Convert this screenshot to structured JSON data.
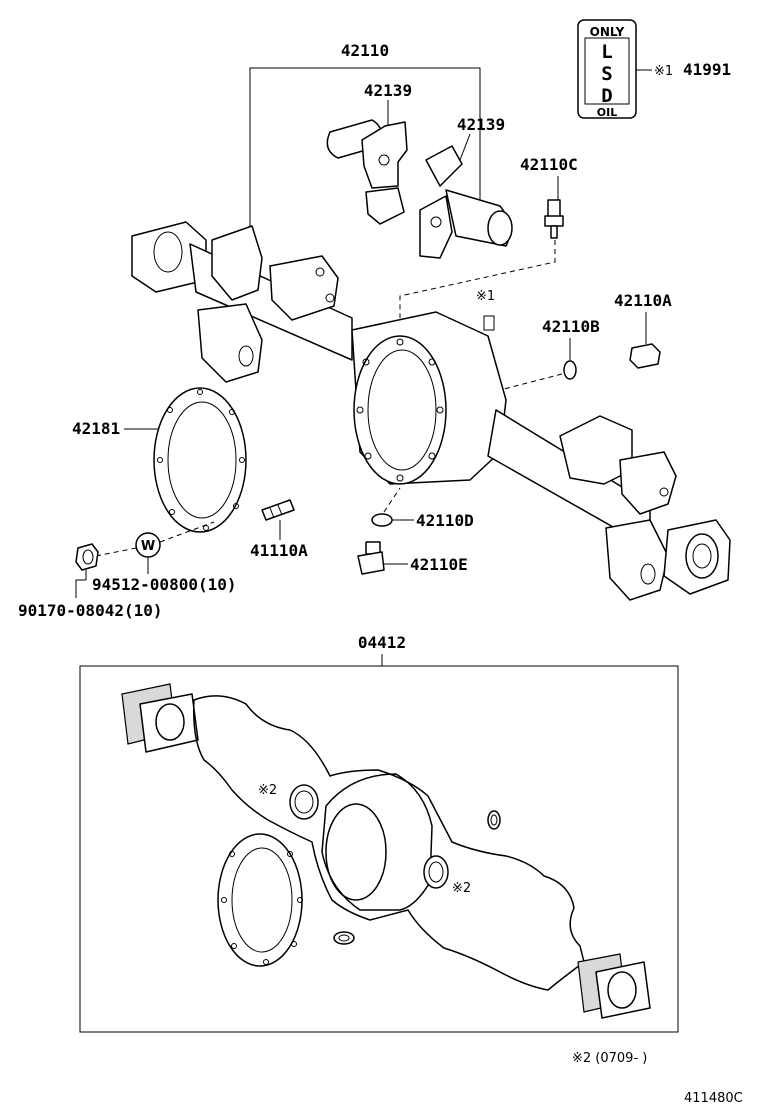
{
  "labels": {
    "p42110": "42110",
    "p42139a": "42139",
    "p42139b": "42139",
    "p42110C": "42110C",
    "p41991": "41991",
    "note1_mark": "※1",
    "note1_small": "※1",
    "p42110A": "42110A",
    "p42110B": "42110B",
    "p42181": "42181",
    "p42110D": "42110D",
    "p41110A": "41110A",
    "p42110E": "42110E",
    "p94512": "94512-00800(10)",
    "p90170": "90170-08042(10)",
    "p04412": "04412",
    "note2_a": "※2",
    "note2_b": "※2",
    "footnote": "※2 (0709-      )",
    "figure_code": "411480C"
  },
  "lsd_tag": {
    "top": "ONLY",
    "l": "L",
    "s": "S",
    "d": "D",
    "bottom": "OIL"
  },
  "washer_mark": "W"
}
